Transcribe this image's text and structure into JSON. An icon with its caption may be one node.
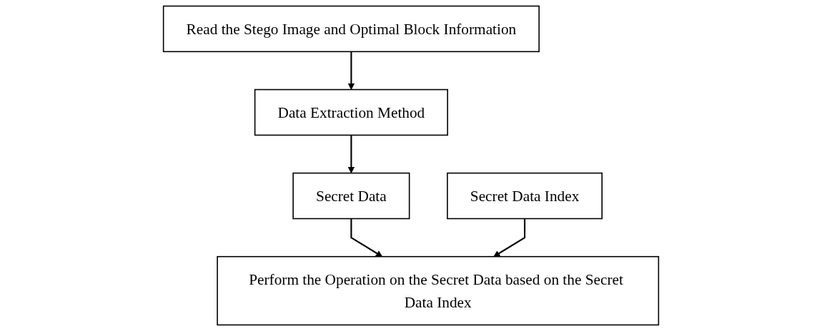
{
  "diagram": {
    "nodes": [
      {
        "text": [
          "Read the Stego Image and Optimal Block Information"
        ]
      },
      {
        "text": [
          "Secret Data Index"
        ]
      },
      {
        "text": [
          "Data Extraction Method"
        ]
      },
      {
        "text": [
          "Secret Data"
        ]
      },
      {
        "text": [
          "Perform the Operation on the Secret Data based on the Secret Data Index"
        ]
      }
    ],
    "edges": [
      {
        "from": 0,
        "to": 2,
        "arrow": "to"
      },
      {
        "from": 2,
        "to": 3,
        "arrow": "to"
      },
      {
        "from": 3,
        "to": 4,
        "arrow": "to"
      },
      {
        "from": 1,
        "to": 4,
        "arrow": "to"
      }
    ]
  }
}
